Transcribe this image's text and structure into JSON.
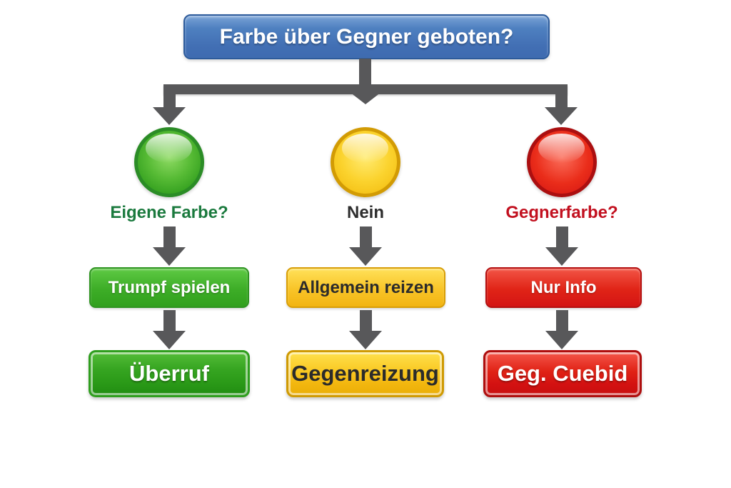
{
  "title": {
    "label": "Farbe über Gegner geboten?"
  },
  "branches": [
    {
      "name": "green",
      "indicator": "green-circle",
      "question": "Eigene Farbe?",
      "action": "Trumpf spielen",
      "result": "Überruf"
    },
    {
      "name": "yellow",
      "indicator": "yellow-circle",
      "question": "Nein",
      "action": "Allgemein reizen",
      "result": "Gegenreizung"
    },
    {
      "name": "red",
      "indicator": "red-circle",
      "question": "Gegnerfarbe?",
      "action": "Nur Info",
      "result": "Geg. Cuebid"
    }
  ],
  "colors": {
    "title_bg": "#4a7bbd",
    "title_border": "#2d5b9b",
    "arrow": "#58585a",
    "green": "#3aa622",
    "yellow": "#f5c41c",
    "red": "#d91717",
    "green_text": "#1b7a3e",
    "neutral_text": "#2d2d2d",
    "red_text": "#c2101f",
    "background": "#ffffff"
  }
}
